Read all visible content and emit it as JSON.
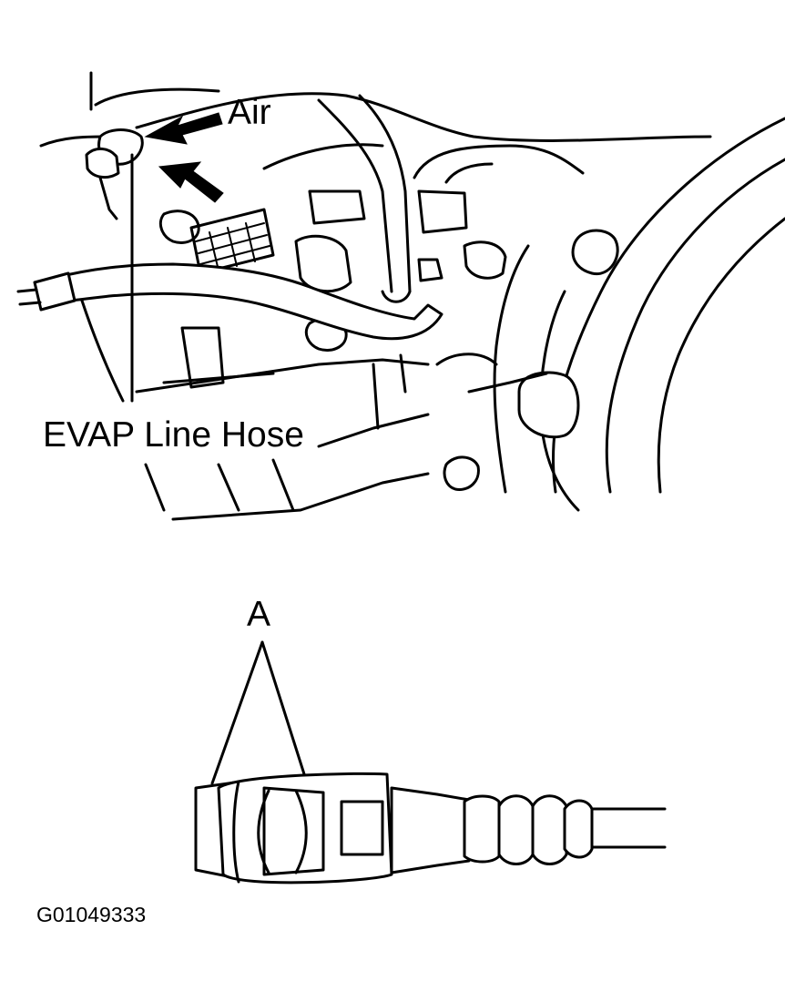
{
  "labels": {
    "air": "Air",
    "evap_line_hose": "EVAP Line Hose",
    "part_a": "A",
    "figure_code": "G01049333"
  },
  "colors": {
    "ink": "#000000",
    "paper": "#ffffff"
  }
}
